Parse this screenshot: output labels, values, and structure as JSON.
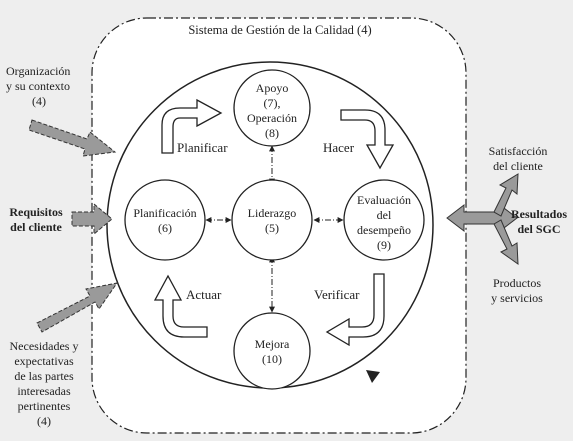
{
  "title": "Sistema de Gestión de la Calidad (4)",
  "left_inputs": {
    "org_context": [
      "Organización",
      "y su contexto",
      "(4)"
    ],
    "requisitos": [
      "Requisitos",
      "del cliente"
    ],
    "partes": [
      "Necesidades y",
      "expectativas",
      "de las partes",
      "interesadas",
      "pertinentes",
      "(4)"
    ]
  },
  "right_outputs": {
    "satisfaccion": [
      "Satisfacción",
      "del cliente"
    ],
    "resultados": [
      "Resultados",
      "del SGC"
    ],
    "productos": [
      "Productos",
      "y servicios"
    ]
  },
  "nodes": {
    "apoyo": [
      "Apoyo",
      "(7),",
      "Operación",
      "(8)"
    ],
    "planificacion": [
      "Planificación",
      "(6)"
    ],
    "liderazgo": [
      "Liderazgo",
      "(5)"
    ],
    "evaluacion": [
      "Evaluación",
      "del",
      "desempeño",
      "(9)"
    ],
    "mejora": [
      "Mejora",
      "(10)"
    ]
  },
  "cycle": {
    "planificar": "Planificar",
    "hacer": "Hacer",
    "verificar": "Verificar",
    "actuar": "Actuar"
  },
  "colors": {
    "arrow_fill": "#9a9a9a",
    "background": "#eeeeee",
    "panel": "#ffffff"
  }
}
